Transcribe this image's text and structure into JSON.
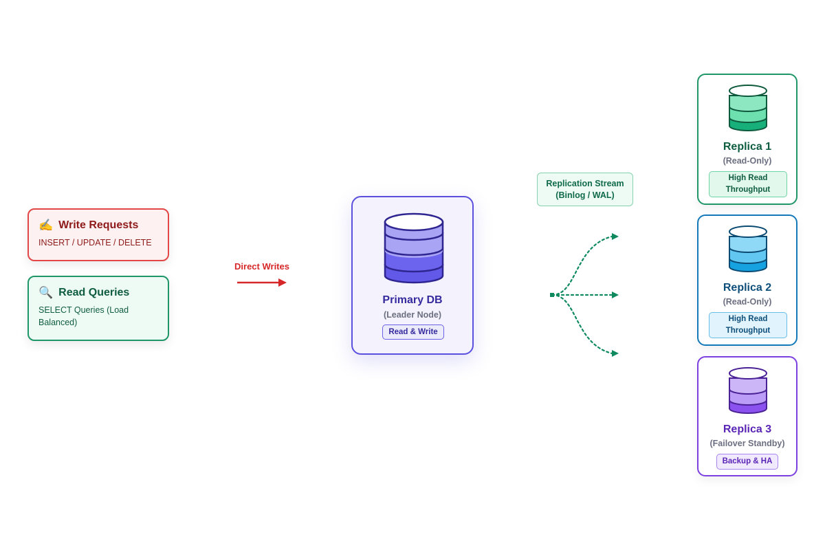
{
  "requests": {
    "write": {
      "icon": "writing-hand-icon",
      "emoji": "✍️",
      "title": "Write Requests",
      "subtitle": "INSERT / UPDATE / DELETE"
    },
    "read": {
      "icon": "magnifier-icon",
      "emoji": "🔍",
      "title": "Read Queries",
      "subtitle": "SELECT Queries (Load Balanced)"
    }
  },
  "direct_writes": {
    "label": "Direct Writes"
  },
  "primary": {
    "icon": "database-icon",
    "title": "Primary DB",
    "subtitle": "(Leader Node)",
    "badge": "Read & Write"
  },
  "replication": {
    "line1": "Replication Stream",
    "line2": "(Binlog / WAL)"
  },
  "replicas": [
    {
      "icon": "database-icon",
      "title": "Replica 1",
      "subtitle": "(Read-Only)",
      "badge_line1": "High Read",
      "badge_line2": "Throughput"
    },
    {
      "icon": "database-icon",
      "title": "Replica 2",
      "subtitle": "(Read-Only)",
      "badge_line1": "High Read",
      "badge_line2": "Throughput"
    },
    {
      "icon": "database-icon",
      "title": "Replica 3",
      "subtitle": "(Failover Standby)",
      "badge": "Backup & HA"
    }
  ],
  "colors": {
    "write": "#e24646",
    "read": "#1e9667",
    "primary": "#5b4fe0",
    "replica1": "#1e9667",
    "replica2": "#1479b8",
    "replica3": "#7c3fe0",
    "replication": "#0f8a5f"
  }
}
